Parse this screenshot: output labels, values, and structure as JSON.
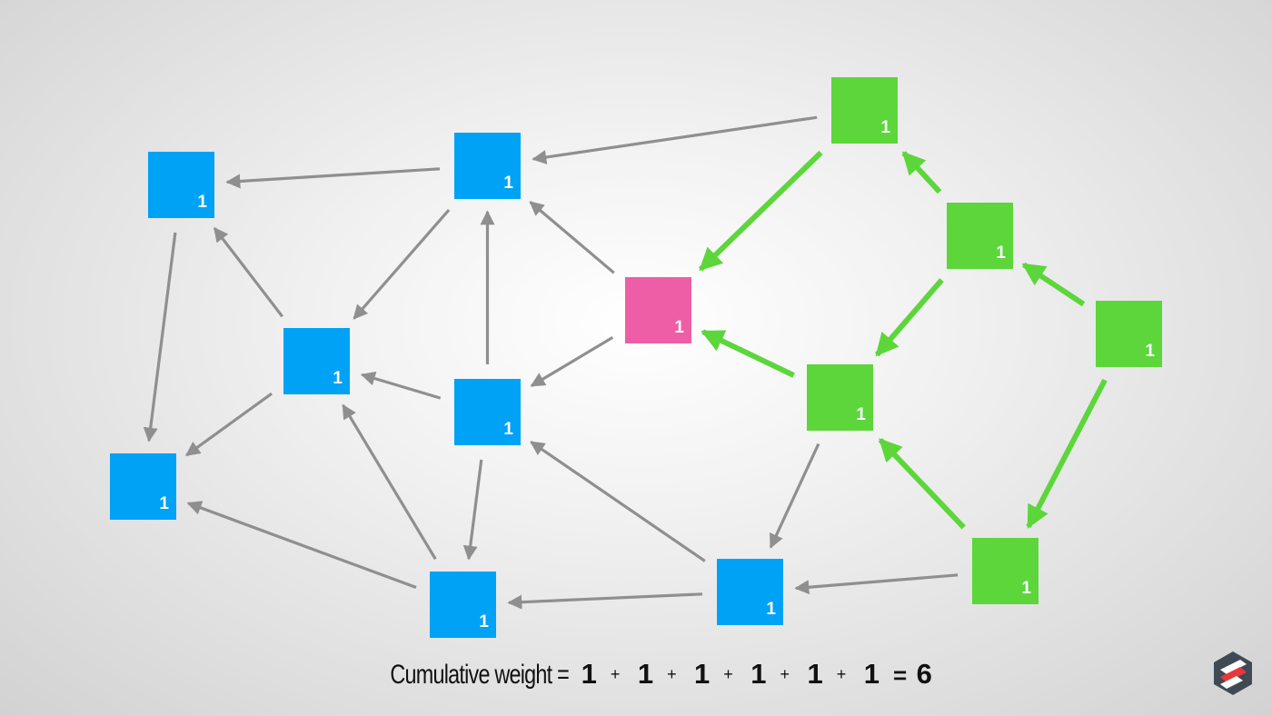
{
  "colors": {
    "approved": "#00a2f5",
    "new_tip": "#ee5ea7",
    "referencing": "#5cd63b",
    "edge_gray": "#8f8f8f",
    "edge_green": "#5cd63b",
    "logo_dark": "#3f4a55",
    "logo_red": "#e8383d"
  },
  "nodes": [
    {
      "id": "b1",
      "group": "approved",
      "weight": "1"
    },
    {
      "id": "b2",
      "group": "approved",
      "weight": "1"
    },
    {
      "id": "b3",
      "group": "approved",
      "weight": "1"
    },
    {
      "id": "b4",
      "group": "approved",
      "weight": "1"
    },
    {
      "id": "b5",
      "group": "approved",
      "weight": "1"
    },
    {
      "id": "b6",
      "group": "approved",
      "weight": "1"
    },
    {
      "id": "b7",
      "group": "approved",
      "weight": "1"
    },
    {
      "id": "p1",
      "group": "new_tip",
      "weight": "1"
    },
    {
      "id": "g1",
      "group": "referencing",
      "weight": "1"
    },
    {
      "id": "g2",
      "group": "referencing",
      "weight": "1"
    },
    {
      "id": "g3",
      "group": "referencing",
      "weight": "1"
    },
    {
      "id": "g4",
      "group": "referencing",
      "weight": "1"
    },
    {
      "id": "g5",
      "group": "referencing",
      "weight": "1"
    }
  ],
  "edges": [
    {
      "from": "b2",
      "to": "b1",
      "style": "gray"
    },
    {
      "from": "b2",
      "to": "b3",
      "style": "gray"
    },
    {
      "from": "b1",
      "to": "b4",
      "style": "gray"
    },
    {
      "from": "b3",
      "to": "b1",
      "style": "gray"
    },
    {
      "from": "b3",
      "to": "b4",
      "style": "gray"
    },
    {
      "from": "b5",
      "to": "b2",
      "style": "gray"
    },
    {
      "from": "b5",
      "to": "b3",
      "style": "gray"
    },
    {
      "from": "b5",
      "to": "b6",
      "style": "gray"
    },
    {
      "from": "p1",
      "to": "b2",
      "style": "gray"
    },
    {
      "from": "p1",
      "to": "b5",
      "style": "gray"
    },
    {
      "from": "b6",
      "to": "b3",
      "style": "gray"
    },
    {
      "from": "b6",
      "to": "b4",
      "style": "gray"
    },
    {
      "from": "b7",
      "to": "b6",
      "style": "gray"
    },
    {
      "from": "b7",
      "to": "b5",
      "style": "gray"
    },
    {
      "from": "g1",
      "to": "b2",
      "style": "gray"
    },
    {
      "from": "g3",
      "to": "b7",
      "style": "gray"
    },
    {
      "from": "g5",
      "to": "b7",
      "style": "gray"
    },
    {
      "from": "g1",
      "to": "p1",
      "style": "green"
    },
    {
      "from": "g2",
      "to": "g1",
      "style": "green"
    },
    {
      "from": "g2",
      "to": "g3",
      "style": "green"
    },
    {
      "from": "g3",
      "to": "p1",
      "style": "green"
    },
    {
      "from": "g4",
      "to": "g2",
      "style": "green"
    },
    {
      "from": "g4",
      "to": "g5",
      "style": "green"
    },
    {
      "from": "g5",
      "to": "g3",
      "style": "green"
    }
  ],
  "formula": {
    "label": "Cumulative weight =",
    "terms": [
      "1",
      "1",
      "1",
      "1",
      "1",
      "1"
    ],
    "plus": "+",
    "equals": "=",
    "result": "6"
  },
  "logo": {
    "icon": "hexagon-logo-icon"
  }
}
